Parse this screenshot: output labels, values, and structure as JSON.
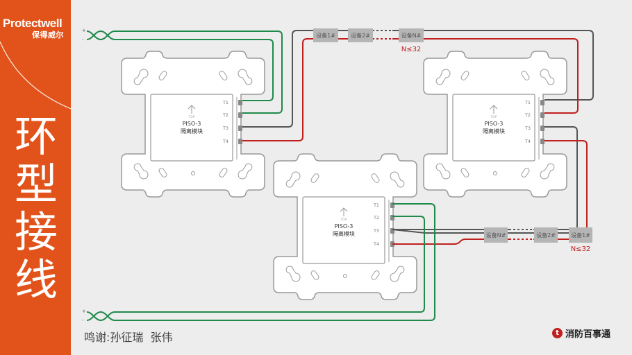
{
  "brand": {
    "name_en": "Protectwell",
    "name_cn": "保得威尔"
  },
  "title_chars": [
    "环",
    "型",
    "接",
    "线"
  ],
  "credit": "鸣谢:孙征瑞  张伟",
  "logo": {
    "icon": "fire-brigade-emblem-icon",
    "text": "消防百事通"
  },
  "colors": {
    "accent": "#e2531b",
    "wire_green": "#1f8a4a",
    "wire_dark": "#555555",
    "wire_red": "#c0201e",
    "device_box": "#b5b5b5"
  },
  "modules": [
    {
      "id": "module-1",
      "model": "PISO-3",
      "name": "隔离模块",
      "top": "TOP",
      "terminals": [
        "T1",
        "T2",
        "T3",
        "T4"
      ]
    },
    {
      "id": "module-2",
      "model": "PISO-3",
      "name": "隔离模块",
      "top": "TOP",
      "terminals": [
        "T1",
        "T2",
        "T3",
        "T4"
      ]
    },
    {
      "id": "module-3",
      "model": "PISO-3",
      "name": "隔离模块",
      "top": "TOP",
      "terminals": [
        "T1",
        "T2",
        "T3",
        "T4"
      ]
    }
  ],
  "top_chain": {
    "devices": [
      "设备1#",
      "设备2#",
      "设备N#"
    ],
    "ellipsis": "......",
    "limit": "N≤32"
  },
  "bottom_chain": {
    "devices": [
      "设备N#",
      "设备2#",
      "设备1#"
    ],
    "ellipsis": "......",
    "limit": "N≤32"
  },
  "power_inputs": [
    {
      "plus": "+",
      "minus": "-"
    },
    {
      "plus": "+",
      "minus": "-"
    }
  ]
}
